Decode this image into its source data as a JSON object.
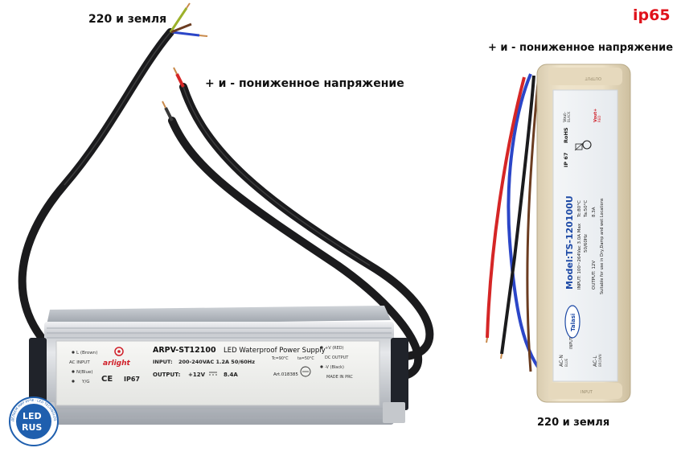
{
  "captions": {
    "top_left": "220 и земля",
    "mid_left": "+ и - пониженное напряжение",
    "top_right": "+ и - пониженное напряжение",
    "bottom_right": "220 и земля",
    "ip_rating": "ip65"
  },
  "left_unit": {
    "l_brown": "L (Brown)",
    "ac_input": "AC INPUT",
    "n_blue": "N(Blue)",
    "yg": "Y/G",
    "brand": "arlight",
    "ce": "CE",
    "ip": "IP67",
    "model": "ARPV-ST12100",
    "title_rest": "LED Waterproof Power Supply",
    "input_label": "INPUT:",
    "input_value": "200-240VAC 1.2A 50/60Hz",
    "tc": "Tc=90°C",
    "ta": "ta=50°C",
    "output_label": "OUTPUT:",
    "output_value": "+12V",
    "output_current": "8.4A",
    "art": "Art.018385",
    "v_red": "+V (RED)",
    "dc_output": "DC OUTPUT",
    "v_black": "-V (Black)",
    "made": "MADE IN PRC"
  },
  "right_unit": {
    "output_top": "OUTPUT",
    "vout_minus": "Vout-",
    "black": "BLACK",
    "vout_plus": "Vout+",
    "red": "RED",
    "ip": "IP 67",
    "rohs": "RoHS",
    "model": "Model:TS-120100U",
    "input": "INPUT: 100~264Vac 3.0A Max",
    "tc": "Tc:80°C",
    "hz": "50/60Hz",
    "ta": "Ta:50°C",
    "output": "OUTPUT: 12V",
    "current": "8.3A",
    "suitable": "Suitable for use in Dry,Damp and wet Locations",
    "brand": "Talasi",
    "acn": "AC-N",
    "blue": "BLUE",
    "input_side": "INPUT",
    "acl": "AC-L",
    "brown": "BROWN",
    "input_bottom": "INPUT"
  },
  "logo": {
    "text1": "LED",
    "text2": "RUS",
    "ring": "ДЕЛАЕМ МИР ЯРЧЕ · LED TECHNOLOGY"
  },
  "colors": {
    "caption_red": "#e0121b",
    "cable_black": "#1b1b1d",
    "wire_red": "#d52626",
    "wire_blue": "#2b46c8",
    "logo_blue": "#1f5fae"
  }
}
